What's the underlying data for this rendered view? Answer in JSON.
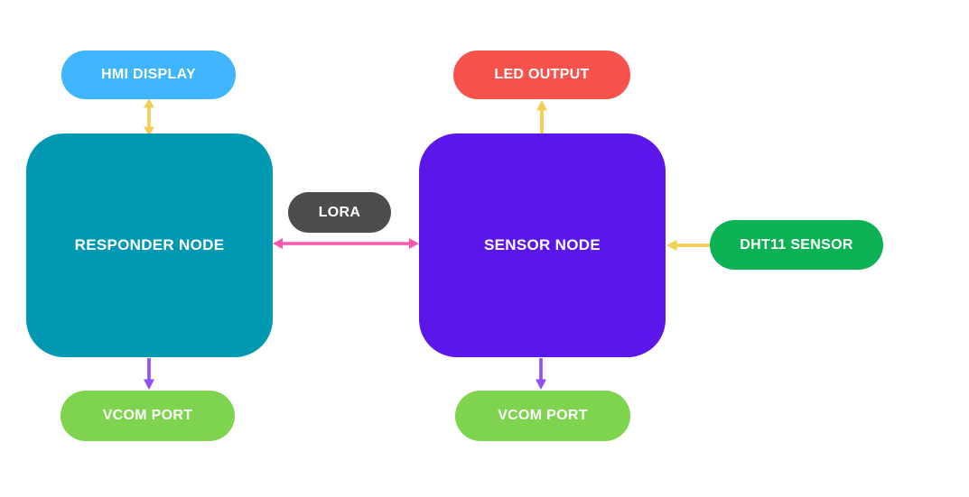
{
  "diagram": {
    "kind": "block-diagram",
    "background": "#ffffff"
  },
  "nodes": {
    "hmi_display": {
      "label": "HMI DISPLAY",
      "color": "#3eb5fc",
      "shape": "pill"
    },
    "responder_node": {
      "label": "RESPONDER NODE",
      "color": "#0098b2",
      "shape": "rounded-square"
    },
    "lora_link": {
      "label": "LORA",
      "color": "#4d4d4d",
      "shape": "pill"
    },
    "led_output": {
      "label": "LED OUTPUT",
      "color": "#f8524d",
      "shape": "pill"
    },
    "sensor_node": {
      "label": "SENSOR NODE",
      "color": "#5b16e9",
      "shape": "rounded-square"
    },
    "dht11_sensor": {
      "label": "DHT11 SENSOR",
      "color": "#0cb153",
      "shape": "pill"
    },
    "vcom_port_responder": {
      "label": "VCOM PORT",
      "color": "#7ed44f",
      "shape": "pill"
    },
    "vcom_port_sensor": {
      "label": "VCOM PORT",
      "color": "#7ed44f",
      "shape": "pill"
    }
  },
  "edges": [
    {
      "from": "hmi_display",
      "to": "responder_node",
      "type": "bidirectional",
      "color": "#f2ce54"
    },
    {
      "from": "responder_node",
      "to": "sensor_node",
      "type": "bidirectional",
      "color": "#fb57ad",
      "label": "LORA"
    },
    {
      "from": "sensor_node",
      "to": "led_output",
      "type": "directed",
      "color": "#f2ce54"
    },
    {
      "from": "dht11_sensor",
      "to": "sensor_node",
      "type": "directed",
      "color": "#f2ce54"
    },
    {
      "from": "responder_node",
      "to": "vcom_port_responder",
      "type": "directed",
      "color": "#8d50f3"
    },
    {
      "from": "sensor_node",
      "to": "vcom_port_sensor",
      "type": "directed",
      "color": "#8d50f3"
    }
  ]
}
